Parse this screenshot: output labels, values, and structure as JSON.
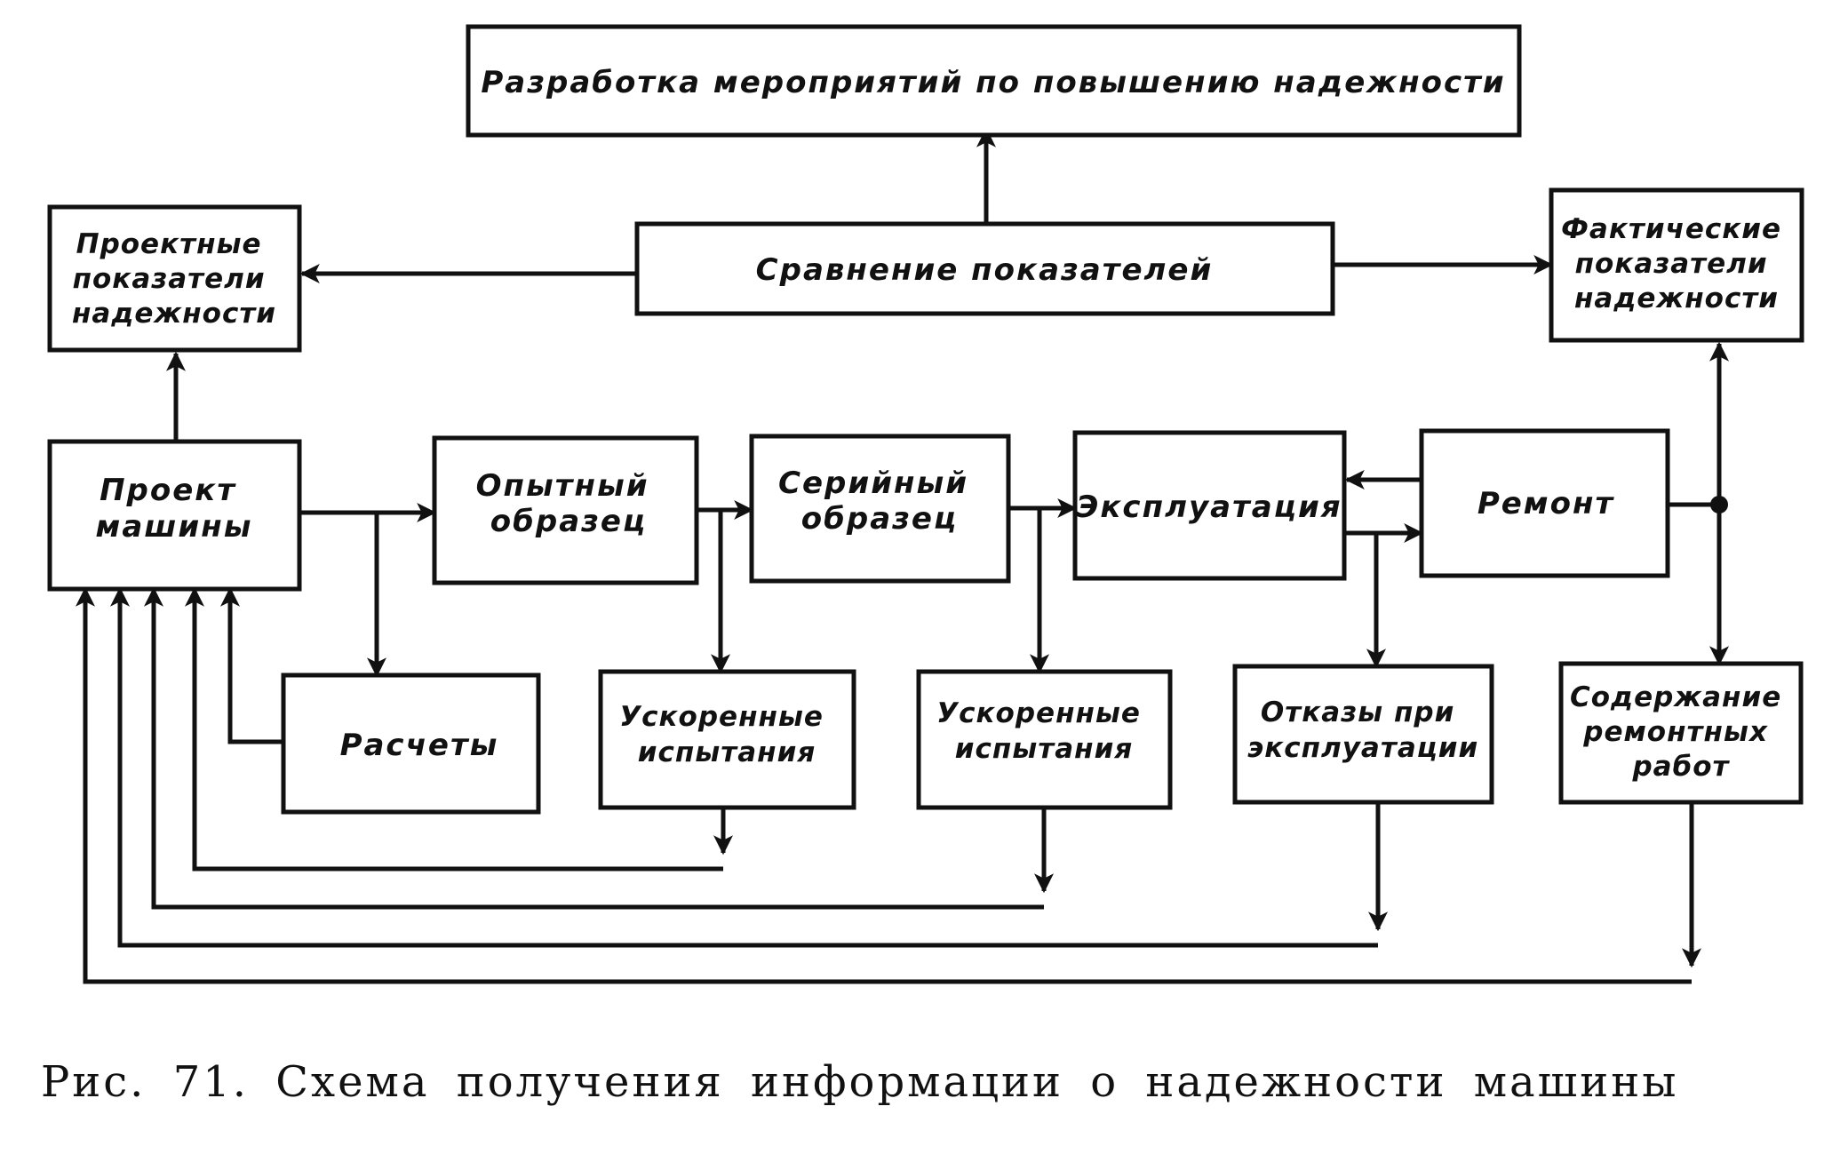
{
  "diagram": {
    "nodes": {
      "development": {
        "lines": [
          "Разработка мероприятий по повышению надежности"
        ]
      },
      "comparison": {
        "lines": [
          "Сравнение показателей"
        ]
      },
      "design_indicators": {
        "lines": [
          "Проектные",
          "показатели",
          "надежности"
        ]
      },
      "actual_indicators": {
        "lines": [
          "Фактические",
          "показатели",
          "надежности"
        ]
      },
      "machine_project": {
        "lines": [
          "Проект",
          "машины"
        ]
      },
      "prototype": {
        "lines": [
          "Опытный",
          "образец"
        ]
      },
      "serial_sample": {
        "lines": [
          "Серийный",
          "образец"
        ]
      },
      "operation": {
        "lines": [
          "Эксплуатация"
        ]
      },
      "repair": {
        "lines": [
          "Ремонт"
        ]
      },
      "calculations": {
        "lines": [
          "Расчеты"
        ]
      },
      "accelerated_tests_1": {
        "lines": [
          "Ускоренные",
          "испытания"
        ]
      },
      "accelerated_tests_2": {
        "lines": [
          "Ускоренные",
          "испытания"
        ]
      },
      "operation_failures": {
        "lines": [
          "Отказы при",
          "эксплуатации"
        ]
      },
      "repair_content": {
        "lines": [
          "Содержание",
          "ремонтных",
          "работ"
        ]
      }
    }
  },
  "caption": "Рис. 71. Схема получения информации о надежности машины"
}
